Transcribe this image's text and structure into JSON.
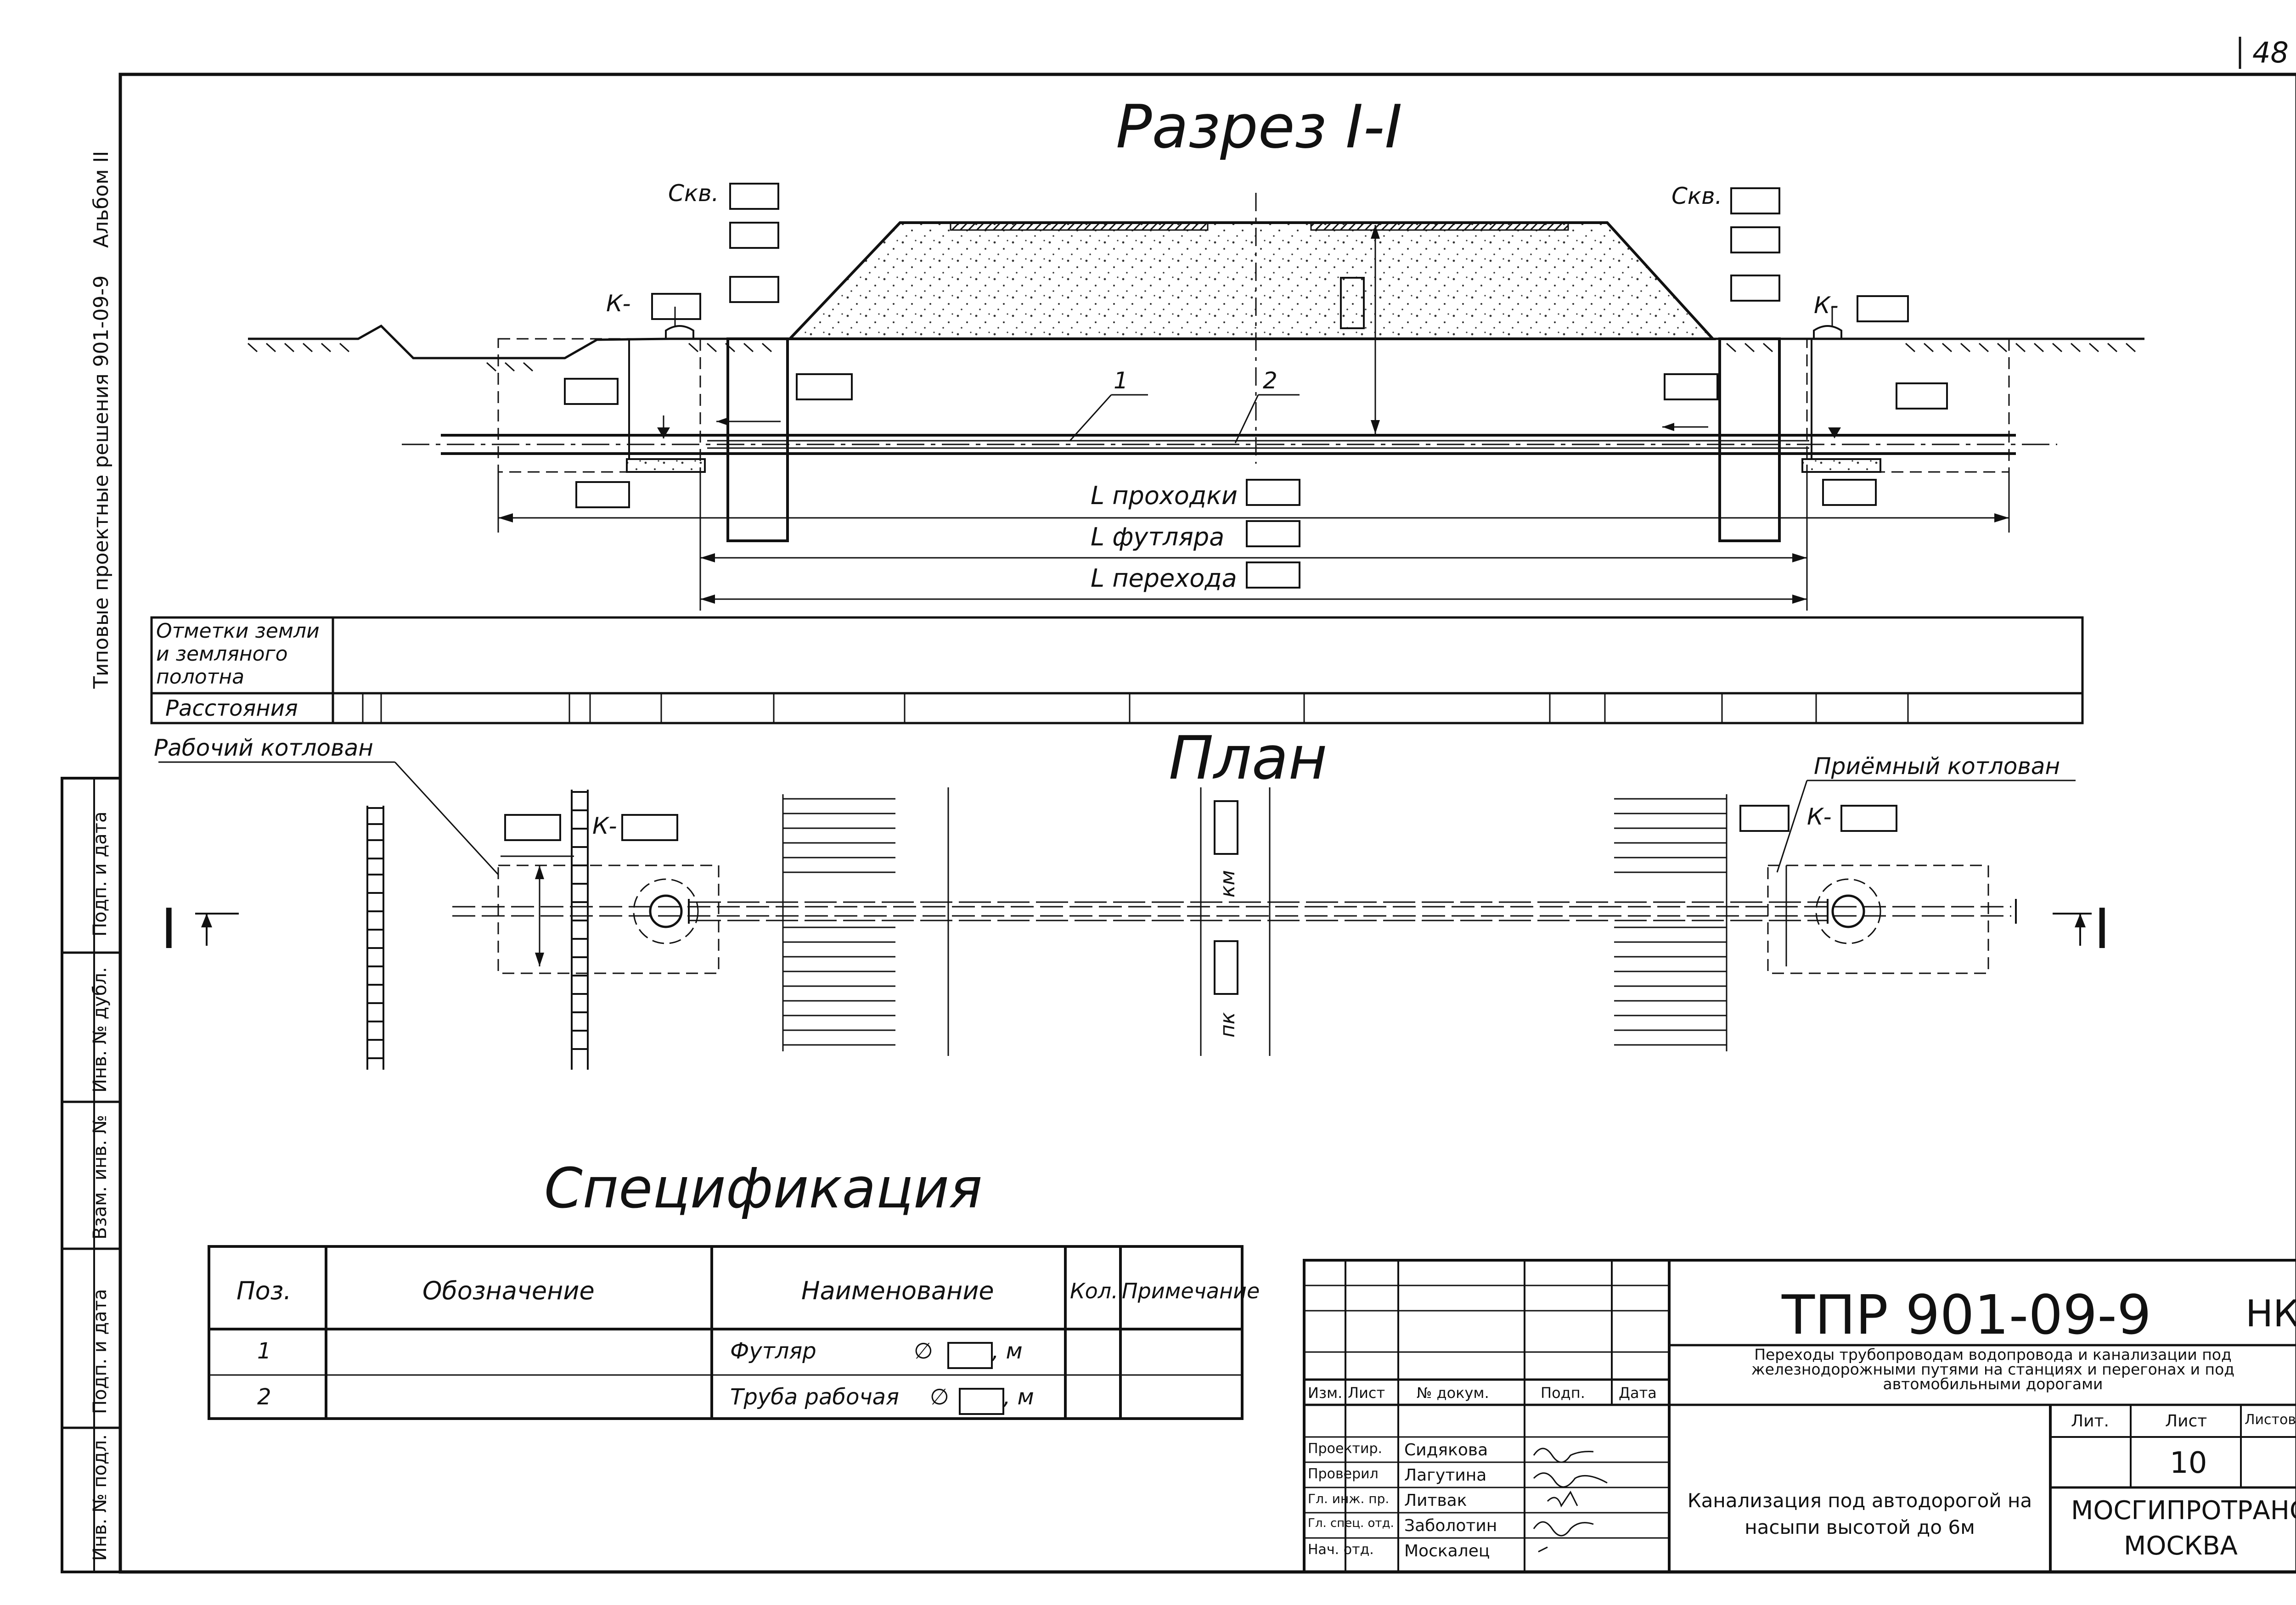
{
  "page_number": "48",
  "sidebar": {
    "album": "Альбом II",
    "series": "Типовые проектные решения 901-09-9",
    "stamp_cells": [
      "Подп. и дата",
      "Инв. № дубл.",
      "Взам. инв. №",
      "Подп. и дата",
      "Инв. № подл."
    ]
  },
  "section": {
    "title": "Разрез I-I",
    "skv_label": "Скв.",
    "k_label": "К-",
    "marker_1": "1",
    "marker_2": "2",
    "dim_prohodki": "L проходки",
    "dim_futlyara": "L футляра",
    "dim_perehoda": "L перехода"
  },
  "profile_table": {
    "row1_label": "Отметки земли и земляного полотна",
    "row2_label": "Расстояния"
  },
  "plan": {
    "title": "План",
    "working_pit": "Рабочий котлован",
    "receiving_pit": "Приёмный котлован",
    "k_label": "К-",
    "km_label": "км",
    "pk_label": "пк",
    "section_mark": "I"
  },
  "specification": {
    "title": "Спецификация",
    "headers": [
      "Поз.",
      "Обозначение",
      "Наименование",
      "Кол.",
      "Примечание"
    ],
    "rows": [
      {
        "pos": "1",
        "designation": "",
        "name": "Футляр",
        "unit": ", м",
        "qty": "",
        "note": ""
      },
      {
        "pos": "2",
        "designation": "",
        "name": "Труба рабочая",
        "unit": ", м",
        "qty": "",
        "note": ""
      }
    ],
    "diameter_symbol": "∅"
  },
  "title_block": {
    "code": "ТПР 901-09-9",
    "mark": "НК",
    "description": "Переходы трубопроводам водопровода и канализации под железнодорожными путями на станциях и перегонах и под автомобильными дорогами",
    "rev_headers": [
      "Изм.",
      "Лист",
      "№ докум.",
      "Подп.",
      "Дата"
    ],
    "roles": [
      {
        "role": "Проектир.",
        "name": "Сидякова"
      },
      {
        "role": "Проверил",
        "name": "Лагутина"
      },
      {
        "role": "Гл. инж. пр.",
        "name": "Литвак"
      },
      {
        "role": "Гл. спец. отд.",
        "name": "Заболотин"
      },
      {
        "role": "Нач. отд.",
        "name": "Москалец"
      }
    ],
    "sheet_headers": [
      "Лит.",
      "Лист",
      "Листов"
    ],
    "sheet_number": "10",
    "drawing_name": "Канализация под автодорогой на насыпи высотой до 6м",
    "organization": "МОСГИПРОТРАНС",
    "city": "МОСКВА"
  }
}
